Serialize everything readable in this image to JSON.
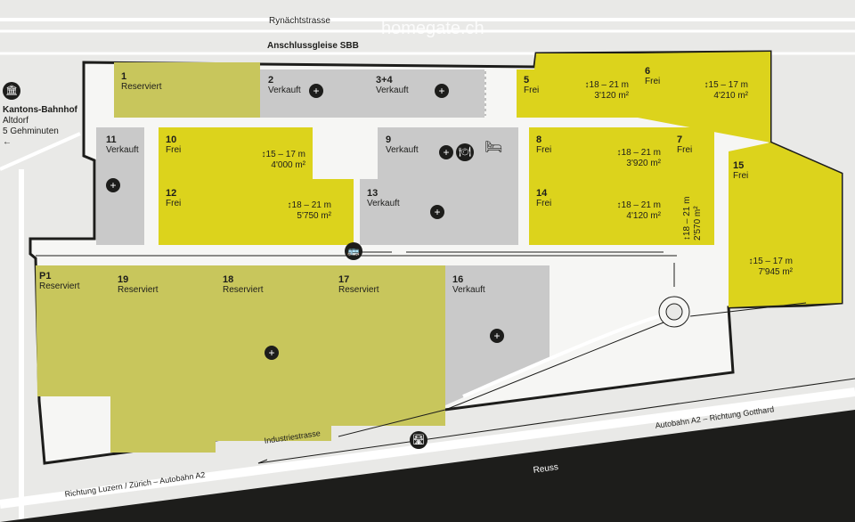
{
  "watermark": "homegate.ch",
  "streets": {
    "north": "Rynächtstrasse",
    "rail": "Anschlussgleise SBB",
    "industrie": "Industriestrasse",
    "autobahn": "Autobahn A2 – Richtung Gotthard",
    "luzern": "Richtung Luzern / Zürich – Autobahn A2",
    "river": "Reuss"
  },
  "station": {
    "name": "Kantons-Bahnhof",
    "place": "Altdorf",
    "walk": "5 Gehminuten",
    "arrow": "←",
    "icon": "train-station-icon"
  },
  "plots": [
    {
      "id": "1",
      "status": "Reserviert"
    },
    {
      "id": "2",
      "status": "Verkauft"
    },
    {
      "id": "3+4",
      "status": "Verkauft"
    },
    {
      "id": "5",
      "status": "Frei",
      "height": "↕18 – 21 m",
      "area": "3'120 m²"
    },
    {
      "id": "6",
      "status": "Frei",
      "height": "↕15 – 17 m",
      "area": "4'210 m²"
    },
    {
      "id": "7",
      "status": "Frei",
      "height": "↕18 – 21 m",
      "area": "2'570 m²"
    },
    {
      "id": "8",
      "status": "Frei",
      "height": "↕18 – 21 m",
      "area": "3'920 m²"
    },
    {
      "id": "9",
      "status": "Verkauft"
    },
    {
      "id": "10",
      "status": "Frei",
      "height": "↕15 – 17 m",
      "area": "4'000 m²"
    },
    {
      "id": "11",
      "status": "Verkauft"
    },
    {
      "id": "12",
      "status": "Frei",
      "height": "↕18 – 21 m",
      "area": "5'750 m²"
    },
    {
      "id": "13",
      "status": "Verkauft"
    },
    {
      "id": "14",
      "status": "Frei",
      "height": "↕18 – 21 m",
      "area": "4'120 m²"
    },
    {
      "id": "15",
      "status": "Frei",
      "height": "↕15 – 17 m",
      "area": "7'945 m²"
    },
    {
      "id": "16",
      "status": "Verkauft"
    },
    {
      "id": "17",
      "status": "Reserviert"
    },
    {
      "id": "18",
      "status": "Reserviert"
    },
    {
      "id": "19",
      "status": "Reserviert"
    },
    {
      "id": "P1",
      "status": "Reserviert"
    }
  ],
  "symbols": {
    "plus": "+",
    "restaurant": "🍽",
    "hotel": "🛏",
    "bus": "🚌",
    "motorway": "🛣"
  },
  "colors": {
    "frei": "#dcd31c",
    "reserviert": "#c8c65c",
    "verkauft": "#c9c9c9",
    "background": "#e9e9e7",
    "site": "#f6f6f4",
    "river": "#1d1d1b",
    "boundary": "#1d1d1b"
  }
}
